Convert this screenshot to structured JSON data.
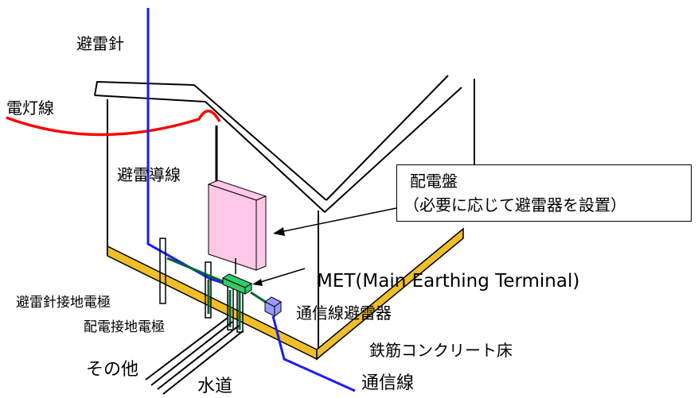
{
  "labels": {
    "lightning_rod": "避雷針",
    "power_line": "電灯線",
    "down_conductor": "避雷導線",
    "lightning_rod_ground": "避雷針接地電極",
    "power_ground": "配電接地電極",
    "other": "その他",
    "water_pipe": "水道",
    "met": "MET(Main Earthing Terminal)",
    "telecom_arrester": "通信線避雷器",
    "rc_floor": "鉄筋コンクリート床",
    "telecom_line": "通信線"
  },
  "callout": {
    "title": "配電盤",
    "note": "（必要に応じて避雷器を設置）"
  },
  "colors": {
    "lightning_rod_wire": "#1a1aff",
    "power_line": "#ff0000",
    "panel": "#ffc8e8",
    "met_terminal": "#33cc66",
    "ground_wire": "#006633",
    "floor": "#f0be28",
    "arrester": "#9999ff"
  }
}
